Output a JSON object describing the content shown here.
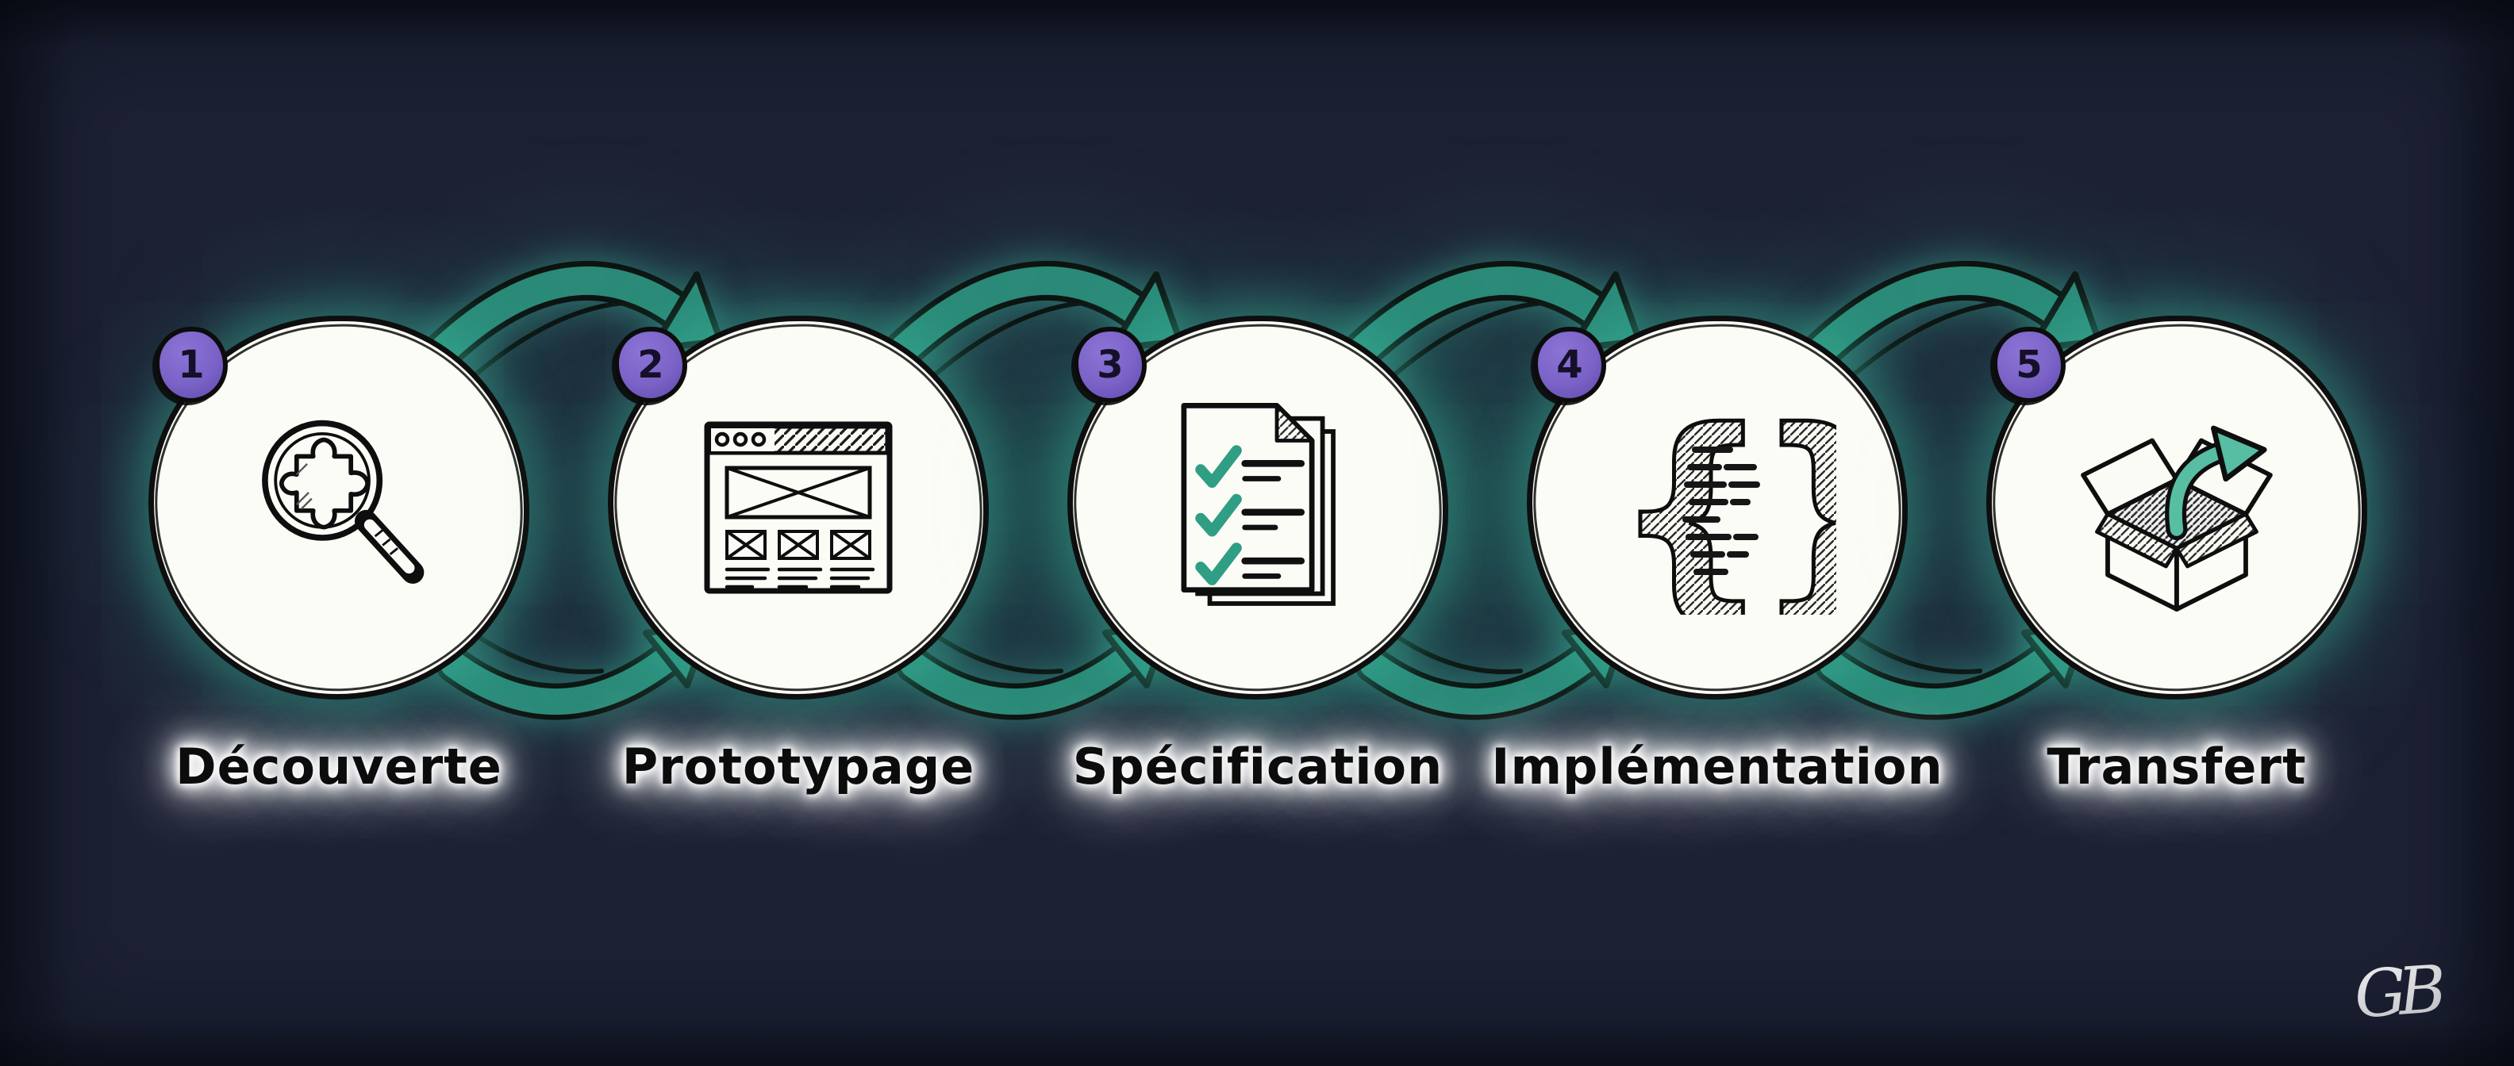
{
  "diagram": {
    "signature": "GB",
    "colors": {
      "background": "#1d2134",
      "arrow_teal": "#2b8a78",
      "glow_teal": "#3ab49c",
      "badge_purple": "#7a62c6",
      "circle_fill": "#fcfcf6",
      "outline_black": "#0e0e0e",
      "check_teal": "#2f9e84",
      "box_arrow_teal": "#57bda3",
      "label_text": "#0c0c0c",
      "label_glow": "#ffffff"
    },
    "steps": [
      {
        "number": "1",
        "label": "Découverte",
        "icon": "magnifier-puzzle-icon"
      },
      {
        "number": "2",
        "label": "Prototypage",
        "icon": "browser-wireframe-icon"
      },
      {
        "number": "3",
        "label": "Spécification",
        "icon": "checklist-icon"
      },
      {
        "number": "4",
        "label": "Implémentation",
        "icon": "code-braces-icon"
      },
      {
        "number": "5",
        "label": "Transfert",
        "icon": "open-box-arrow-icon"
      }
    ]
  }
}
